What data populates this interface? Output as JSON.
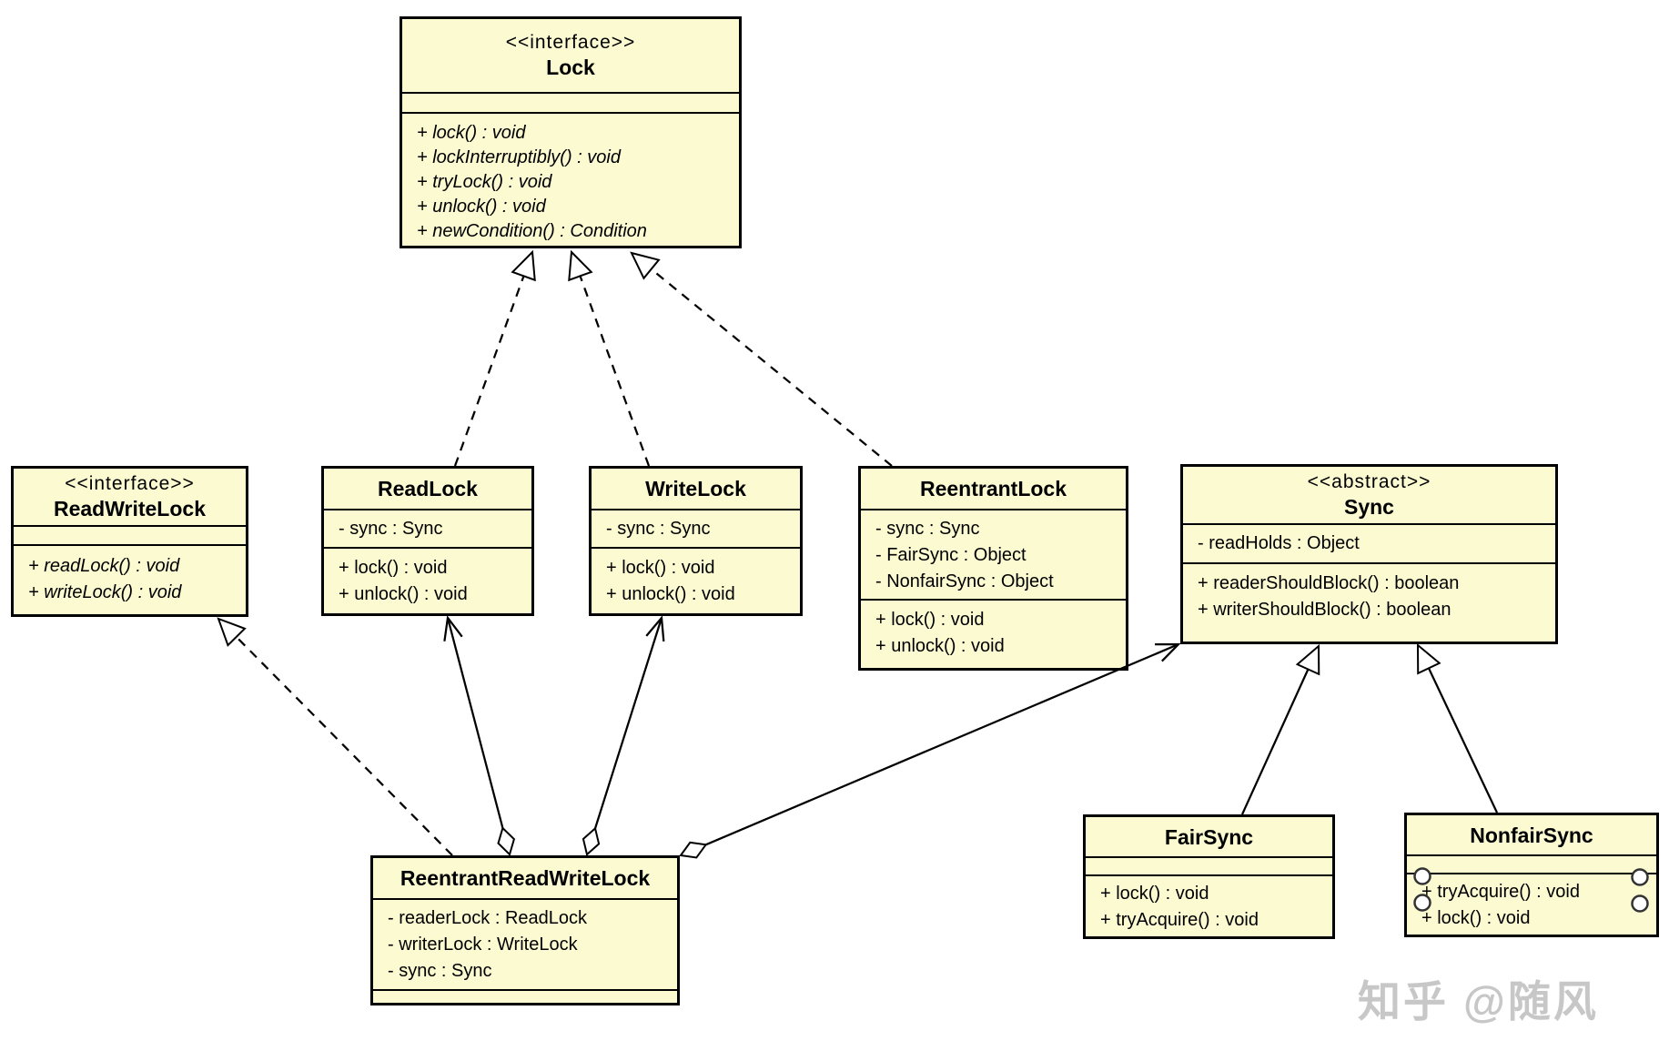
{
  "diagram": {
    "kind": "uml-class-diagram",
    "colors": {
      "box_fill": "#fbfad1",
      "box_border": "#000000",
      "connector": "#000000",
      "watermark": "#c7c7c7",
      "background": "#ffffff"
    },
    "classes": [
      {
        "id": "Lock",
        "stereotype": "<<interface>>",
        "name": "Lock",
        "attributes": [],
        "methods": [
          "+ lock() : void",
          "+ lockInterruptibly() : void",
          "+ tryLock() : void",
          "+ unlock() : void",
          "+ newCondition() : Condition"
        ]
      },
      {
        "id": "ReadWriteLock",
        "stereotype": "<<interface>>",
        "name": "ReadWriteLock",
        "attributes": [],
        "methods": [
          "+ readLock() : void",
          "+ writeLock() : void"
        ]
      },
      {
        "id": "ReadLock",
        "stereotype": "",
        "name": "ReadLock",
        "attributes": [
          "- sync : Sync"
        ],
        "methods": [
          "+ lock() : void",
          "+ unlock() : void"
        ]
      },
      {
        "id": "WriteLock",
        "stereotype": "",
        "name": "WriteLock",
        "attributes": [
          "- sync : Sync"
        ],
        "methods": [
          "+ lock() : void",
          "+ unlock() : void"
        ]
      },
      {
        "id": "ReentrantLock",
        "stereotype": "",
        "name": "ReentrantLock",
        "attributes": [
          "- sync : Sync",
          "- FairSync : Object",
          "- NonfairSync : Object"
        ],
        "methods": [
          "+ lock() : void",
          "+ unlock() : void"
        ]
      },
      {
        "id": "Sync",
        "stereotype": "<<abstract>>",
        "name": "Sync",
        "attributes": [
          "- readHolds : Object"
        ],
        "methods": [
          "+ readerShouldBlock() : boolean",
          "+ writerShouldBlock() : boolean"
        ]
      },
      {
        "id": "ReentrantReadWriteLock",
        "stereotype": "",
        "name": "ReentrantReadWriteLock",
        "attributes": [
          "- readerLock : ReadLock",
          "- writerLock : WriteLock",
          "- sync : Sync"
        ],
        "methods": []
      },
      {
        "id": "FairSync",
        "stereotype": "",
        "name": "FairSync",
        "attributes": [],
        "methods": [
          "+ lock() : void",
          "+ tryAcquire() : void"
        ]
      },
      {
        "id": "NonfairSync",
        "stereotype": "",
        "name": "NonfairSync",
        "attributes": [],
        "methods": [
          "+ tryAcquire() : void",
          "+ lock() : void"
        ]
      }
    ],
    "relationships": [
      {
        "from": "ReadLock",
        "to": "Lock",
        "type": "realization"
      },
      {
        "from": "WriteLock",
        "to": "Lock",
        "type": "realization"
      },
      {
        "from": "ReentrantLock",
        "to": "Lock",
        "type": "realization"
      },
      {
        "from": "ReentrantReadWriteLock",
        "to": "ReadWriteLock",
        "type": "realization"
      },
      {
        "from": "ReentrantReadWriteLock",
        "to": "ReadLock",
        "type": "aggregation"
      },
      {
        "from": "ReentrantReadWriteLock",
        "to": "WriteLock",
        "type": "aggregation"
      },
      {
        "from": "ReentrantReadWriteLock",
        "to": "Sync",
        "type": "aggregation"
      },
      {
        "from": "FairSync",
        "to": "Sync",
        "type": "generalization"
      },
      {
        "from": "NonfairSync",
        "to": "Sync",
        "type": "generalization"
      }
    ],
    "watermark": "知乎 @随风"
  }
}
